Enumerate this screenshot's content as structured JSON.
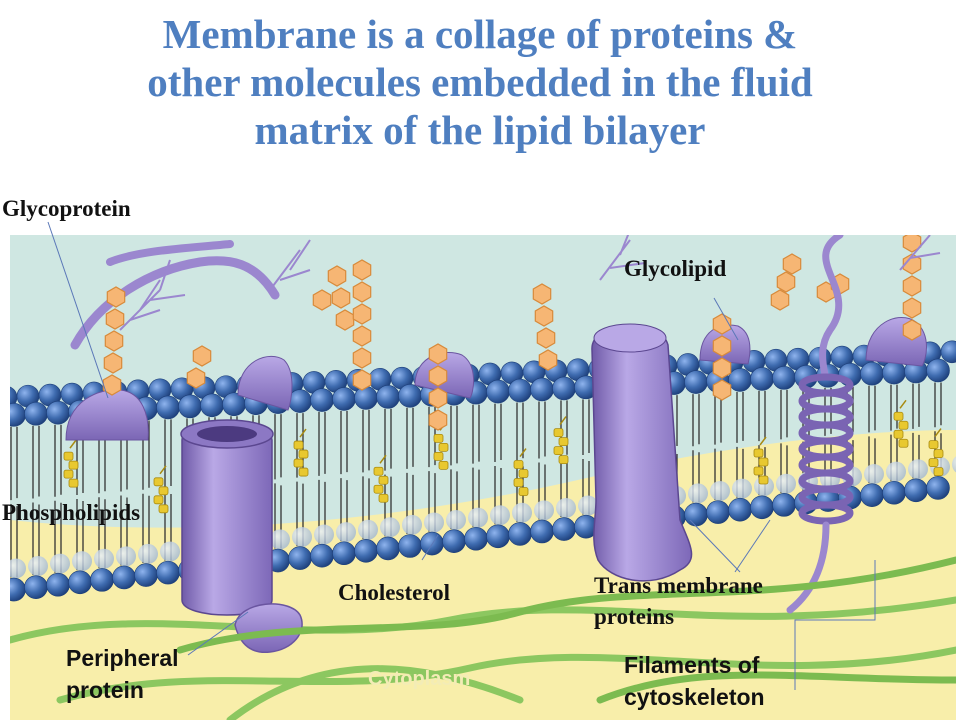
{
  "title": {
    "line1": "Membrane is a collage of proteins &",
    "line2": "other molecules embedded in the fluid",
    "line3": "matrix of the lipid bilayer"
  },
  "labels": {
    "glycoprotein": "Glycoprotein",
    "glycolipid": "Glycolipid",
    "phospholipids": "Phospholipids",
    "cholesterol": "Cholesterol",
    "transmembrane_line1": "Trans membrane",
    "transmembrane_line2": "proteins",
    "peripheral_line1": "Peripheral",
    "peripheral_line2": "protein",
    "cytoplasm": "Cytoplasm",
    "filaments_line1": "Filaments of",
    "filaments_line2": "cytoskeleton"
  },
  "colors": {
    "title": "#4f7fc0",
    "extracellular": "#cfe7e2",
    "cytoplasm": "#f8eeaa",
    "phospholipid_head": "#3f6cb0",
    "protein": "#9b87cf",
    "carbohydrate": "#f6b674",
    "cholesterol": "#e8c830",
    "filament": "#8cc760"
  }
}
